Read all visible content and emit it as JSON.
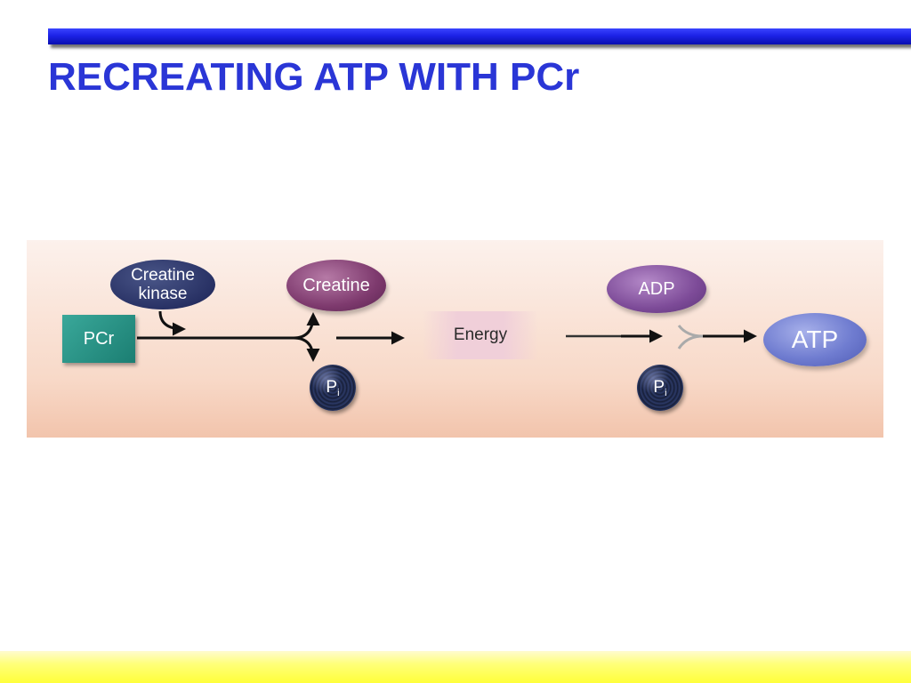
{
  "slide": {
    "title": "RECREATING ATP WITH PCr"
  },
  "diagram": {
    "pcr": "PCr",
    "creatine_kinase_line1": "Creatine",
    "creatine_kinase_line2": "kinase",
    "creatine": "Creatine",
    "energy": "Energy",
    "adp": "ADP",
    "atp": "ATP",
    "pi_letter": "P",
    "pi_subscript": "i"
  },
  "colors": {
    "title": "#2a36d6",
    "top_bar": "#1c22e6",
    "bottom_bar": "#ffff3a",
    "pcr_box": "#1b7e72",
    "creatine_kinase": "#283164",
    "creatine": "#7e3a6e",
    "adp": "#7d4b98",
    "atp": "#6f7cd0"
  }
}
